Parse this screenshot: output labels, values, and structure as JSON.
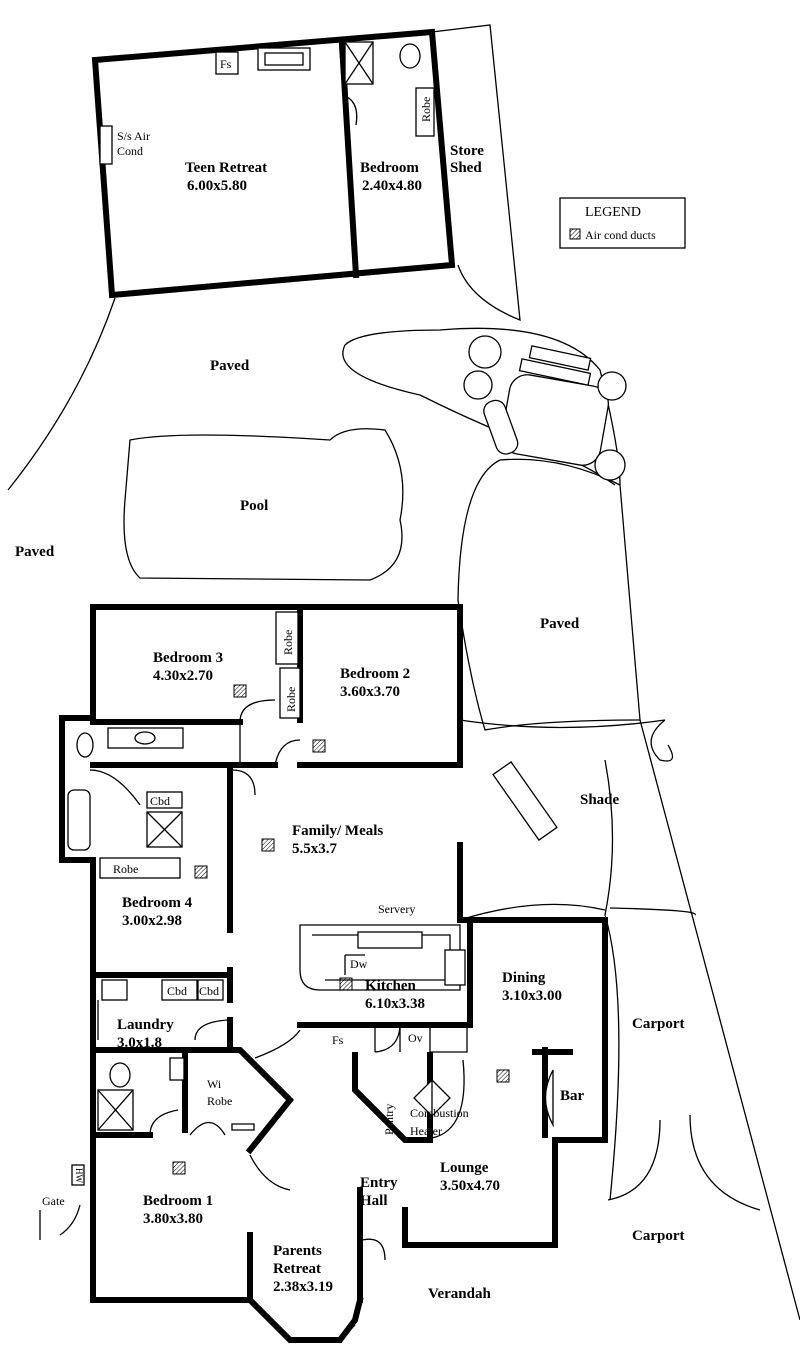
{
  "legend": {
    "title": "LEGEND",
    "item": "Air cond ducts"
  },
  "outbuilding": {
    "fridge": "Fs",
    "air_cond": [
      "S/s Air",
      "Cond"
    ],
    "teen_retreat": {
      "name": "Teen Retreat",
      "size": "6.00x5.80"
    },
    "bedroom": {
      "name": "Bedroom",
      "size": "2.40x4.80"
    },
    "robe": "Robe",
    "store_shed": [
      "Store",
      "Shed"
    ]
  },
  "outdoor": {
    "paved_top": "Paved",
    "pool": "Pool",
    "paved_left": "Paved",
    "paved_right": "Paved",
    "shade": "Shade",
    "carport_1": "Carport",
    "carport_2": "Carport",
    "verandah": "Verandah",
    "gate": "Gate",
    "hot_water": "HW"
  },
  "house": {
    "bedroom3": {
      "name": "Bedroom 3",
      "size": "4.30x2.70"
    },
    "bedroom2": {
      "name": "Bedroom 2",
      "size": "3.60x3.70"
    },
    "robe_a": "Robe",
    "robe_b": "Robe",
    "robe_c": "Robe",
    "cbd_bath": "Cbd",
    "family": {
      "name": "Family/ Meals",
      "size": "5.5x3.7"
    },
    "bedroom4": {
      "name": "Bedroom 4",
      "size": "3.00x2.98"
    },
    "servery": "Servery",
    "dw": "Dw",
    "kitchen": {
      "name": "Kitchen",
      "size": "6.10x3.38"
    },
    "dining": {
      "name": "Dining",
      "size": "3.10x3.00"
    },
    "cbd1": "Cbd",
    "cbd2": "Cbd",
    "laundry": {
      "name": "Laundry",
      "size": "3.0x1.8"
    },
    "fs": "Fs",
    "ov": "Ov",
    "pantry": "Pantry",
    "heater": [
      "Combustion",
      "Heater"
    ],
    "bar": "Bar",
    "wi_robe": [
      "Wi",
      "Robe"
    ],
    "bedroom1": {
      "name": "Bedroom 1",
      "size": "3.80x3.80"
    },
    "entry": [
      "Entry",
      "Hall"
    ],
    "lounge": {
      "name": "Lounge",
      "size": "3.50x4.70"
    },
    "parents": {
      "name": [
        "Parents",
        "Retreat"
      ],
      "size": "2.38x3.19"
    }
  }
}
